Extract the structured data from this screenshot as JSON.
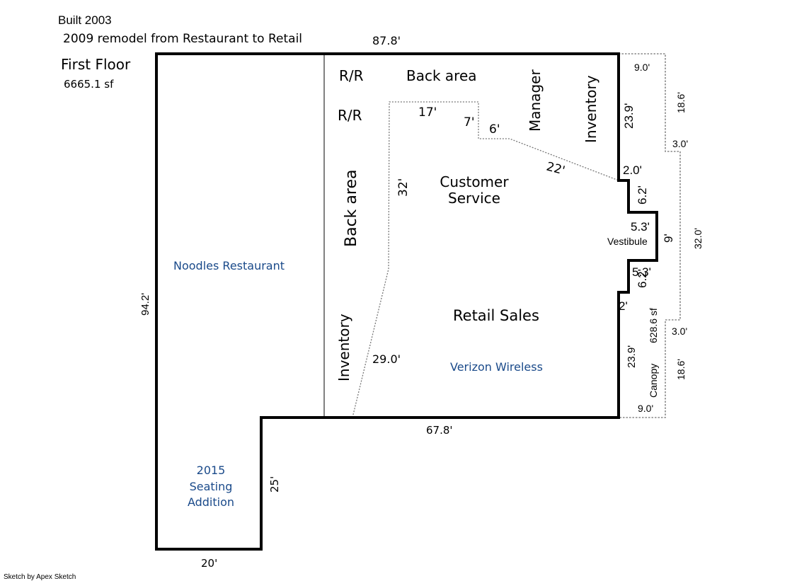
{
  "header": {
    "top_fragment": "¶ ▬",
    "built": "Built 2003",
    "remodel": "2009 remodel from Restaurant to Retail",
    "floor_name": "First Floor",
    "floor_area": "6665.1 sf"
  },
  "dimensions": {
    "top_width": "87.8'",
    "left_height": "94.2'",
    "bottom_retail": "67.8'",
    "seating_height": "25'",
    "seating_width": "20'",
    "right_upper": "23.9'",
    "right_lower": "23.9'",
    "step_top": "2.0'",
    "step_upper_v": "6.2'",
    "vestibule_top": "5.3'",
    "vestibule_height": "9'",
    "vestibule_bottom": "5.3'",
    "step_lower_v": "6.2'",
    "step_bottom": "2'",
    "cs_top": "17'",
    "cs_step_v": "7'",
    "cs_step_h": "6'",
    "cs_diag": "22'",
    "cs_left": "32'",
    "inv_diag": "29.0'",
    "canopy_top": "9.0'",
    "canopy_upper_v": "18.6'",
    "canopy_upper_step": "3.0'",
    "canopy_mid_v": "32.0'",
    "canopy_lower_step": "3.0'",
    "canopy_lower_v": "18.6'",
    "canopy_bottom": "9.0'"
  },
  "rooms": {
    "rr1": "R/R",
    "rr2": "R/R",
    "back_area_top": "Back area",
    "manager": "Manager",
    "inventory_top": "Inventory",
    "back_area_side": "Back area",
    "customer_service_1": "Customer",
    "customer_service_2": "Service",
    "vestibule": "Vestibule",
    "retail_sales": "Retail Sales",
    "inventory_side": "Inventory",
    "canopy": "Canopy",
    "canopy_area": "628.6 sf"
  },
  "tenants": {
    "noodles": "Noodles Restaurant",
    "verizon": "Verizon Wireless",
    "addition_1": "2015",
    "addition_2": "Seating",
    "addition_3": "Addition"
  },
  "footer": {
    "credit": "Sketch by Apex Sketch"
  }
}
